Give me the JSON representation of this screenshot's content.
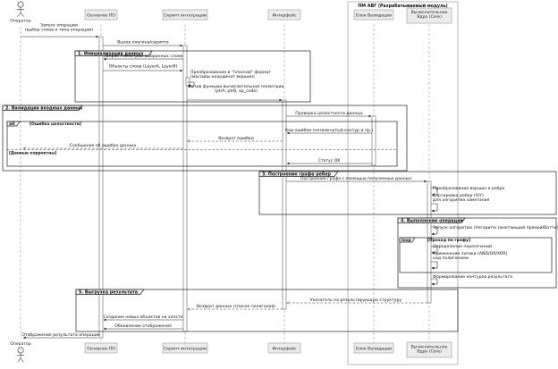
{
  "participants": [
    {
      "id": "op",
      "label": "Оператор",
      "kind": "actor"
    },
    {
      "id": "po",
      "label": "Основное ПО",
      "kind": "box"
    },
    {
      "id": "script",
      "label": "Скрипт интеграции",
      "kind": "box"
    },
    {
      "id": "iface",
      "label": "Интерфейс",
      "kind": "box"
    },
    {
      "id": "valid",
      "label": "Блок Валидации",
      "kind": "box"
    },
    {
      "id": "core",
      "label": "Вычислительное\nЯдро (Core)",
      "kind": "box"
    }
  ],
  "module_box": {
    "title": "ПМ АВГ (Разрабатываемый модуль)"
  },
  "groups": [
    {
      "id": "g1",
      "title": "1. Инициализация данных"
    },
    {
      "id": "g2",
      "title": "2. Валидация входных данных"
    },
    {
      "id": "g3",
      "title": "3. Построение графа ребер"
    },
    {
      "id": "g4",
      "title": "4. Выполнение операции"
    },
    {
      "id": "g5",
      "title": "5. Выгрузка результата"
    }
  ],
  "alt_block": {
    "keyword": "alt",
    "condition": "[Ошибка целостности]",
    "else_condition": "[Данные корректны]"
  },
  "loop_block": {
    "keyword": "loop",
    "condition": "[Проход по графу]"
  },
  "messages": [
    {
      "id": "m1",
      "from": "op",
      "to": "po",
      "text": "Запуск операции\n(выбор слоев и типа операции)",
      "style": "sync"
    },
    {
      "id": "m2",
      "from": "po",
      "to": "script",
      "text": "Вызов плагина/скрипта",
      "style": "sync"
    },
    {
      "id": "m3",
      "from": "script",
      "to": "po",
      "text": "Запрос геометрии выбранных слоев",
      "style": "sync"
    },
    {
      "id": "m4",
      "from": "po",
      "to": "script",
      "text": "Объекты слоев (LayerA, LayerB)",
      "style": "sync"
    },
    {
      "id": "m5",
      "from": "script",
      "to": "script",
      "text": "Преобразование в \"плоский\" формат\n(массивы координат вершин)",
      "style": "self"
    },
    {
      "id": "m6",
      "from": "script",
      "to": "iface",
      "text": "Вызов функции вычислительной геометрии\n(ptrA, ptrB, op_code)",
      "style": "sync"
    },
    {
      "id": "m7",
      "from": "iface",
      "to": "valid",
      "text": "Проверка целостности данных",
      "style": "sync"
    },
    {
      "id": "m8",
      "from": "valid",
      "to": "iface",
      "text": "Код ошибки (незамкнутый контур и пр.)",
      "style": "sync"
    },
    {
      "id": "m9",
      "from": "iface",
      "to": "script",
      "text": "Возврат ошибки",
      "style": "return"
    },
    {
      "id": "m10",
      "from": "script",
      "to": "op",
      "text": "Сообщение об ошибке данных",
      "style": "return"
    },
    {
      "id": "m11",
      "from": "valid",
      "to": "iface",
      "text": "Статус OK",
      "style": "sync"
    },
    {
      "id": "m12",
      "from": "iface",
      "to": "core",
      "text": "Построение графа с помощью полученных данных",
      "style": "sync"
    },
    {
      "id": "m13",
      "from": "core",
      "to": "core",
      "text": "Преобразование вершин в ребра",
      "style": "self"
    },
    {
      "id": "m14",
      "from": "core",
      "to": "core",
      "text": "Сортировка ребер (X/Y)\nдля алгоритма заметания",
      "style": "self"
    },
    {
      "id": "m15",
      "from": "core",
      "to": "core",
      "text": "Запуск алгоритма (Алгоритм заметающей прямой/Ватти)",
      "style": "self"
    },
    {
      "id": "m16",
      "from": "core",
      "to": "core",
      "text": "Определение пересечений",
      "style": "self"
    },
    {
      "id": "m17",
      "from": "core",
      "to": "core",
      "text": "Применение логики (AND/OR/XOR)\nнад полигонами",
      "style": "self"
    },
    {
      "id": "m18",
      "from": "core",
      "to": "core",
      "text": "Формирование контуров результата",
      "style": "self"
    },
    {
      "id": "m19",
      "from": "core",
      "to": "iface",
      "text": "Указатель на результирующую структуру",
      "style": "return"
    },
    {
      "id": "m20",
      "from": "iface",
      "to": "script",
      "text": "Возврат данных (список полигонов)",
      "style": "return"
    },
    {
      "id": "m21",
      "from": "script",
      "to": "po",
      "text": "Создание новых объектов на холсте",
      "style": "sync"
    },
    {
      "id": "m22",
      "from": "script",
      "to": "po",
      "text": "Обновление отображения",
      "style": "sync"
    },
    {
      "id": "m23",
      "from": "po",
      "to": "op",
      "text": "Отображение результата операции",
      "style": "sync"
    }
  ]
}
